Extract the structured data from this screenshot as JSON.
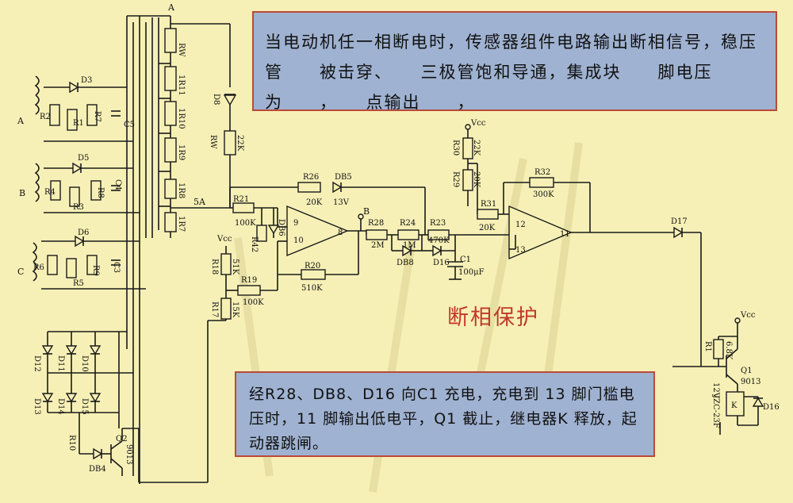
{
  "top_note": "当电动机任一相断电时，传感器组件电路输出断相信号，稳压管　　被击穿、　　三极管饱和导通，集成块　　脚电压为　　，　　点输出　　，",
  "title": "断相保护",
  "bottom_note": "经R28、DB8、D16 向C1 充电，充电到 13 脚门槛电压时，11 脚输出低电平，Q1 截止，继电器K 释放，起动器跳闸。",
  "labels": {
    "A_top": "A",
    "A_left": "A",
    "B_left": "B",
    "C_left": "C",
    "D3": "D3",
    "D5": "D5",
    "D6": "D6",
    "R1": "R1",
    "R2": "R2",
    "R3": "R3",
    "R4": "R4",
    "R5": "R5",
    "R6": "R6",
    "R7": "R7",
    "R8": "R8",
    "R9": "R9",
    "C3": "C3",
    "C4": "C4",
    "C5": "C5",
    "RW_top": "RW",
    "R11": "1R11",
    "R10r": "1R10",
    "R9r": "1R9",
    "R8r": "1R8",
    "R7r": "1R7",
    "D8": "D8",
    "RW_mid": "RW",
    "R22k": "22K",
    "R26": "R26",
    "R26v": "20K",
    "DB5": "DB5",
    "DB5v": "13V",
    "SA": "5A",
    "R21": "R21",
    "R21v": "100K",
    "R42": "R42",
    "DB6": "DB6",
    "pin9": "9",
    "pin10": "10",
    "pin8": "8",
    "B_node": "B",
    "R28": "R28",
    "R28v": "2M",
    "R24": "R24",
    "R24v": "1M",
    "R23": "R23",
    "R23v": "470K",
    "DB8": "DB8",
    "D16": "D16",
    "C1": "C1",
    "C1v": "100μF",
    "Vcc1": "Vcc",
    "R18": "R18",
    "R18v": "51K",
    "R19": "R19",
    "R19v": "100K",
    "R17": "R17",
    "R17v": "15K",
    "R20": "R20",
    "R20v": "510K",
    "Vcc2": "Vcc",
    "R30": "R30",
    "R30v": "22K",
    "R29": "R29",
    "R29v": "20K",
    "R31": "R31",
    "R31v": "20K",
    "R32": "R32",
    "R32v": "300K",
    "pin12": "12",
    "pin13": "13",
    "pin11": "11",
    "D17": "D17",
    "Vcc3": "Vcc",
    "R1b": "R1",
    "R1bv": "6.8K",
    "Q1": "Q1",
    "Q1v": "9013",
    "K": "K",
    "D16b": "D16",
    "relay": "JZC-23F",
    "Kv": "12V",
    "D12": "D12",
    "D11": "D11",
    "D10": "D10",
    "D13": "D13",
    "D14": "D14",
    "D15": "D15",
    "R10": "R10",
    "Q2": "9013",
    "Q2n": "Q2",
    "DB4": "DB4"
  }
}
